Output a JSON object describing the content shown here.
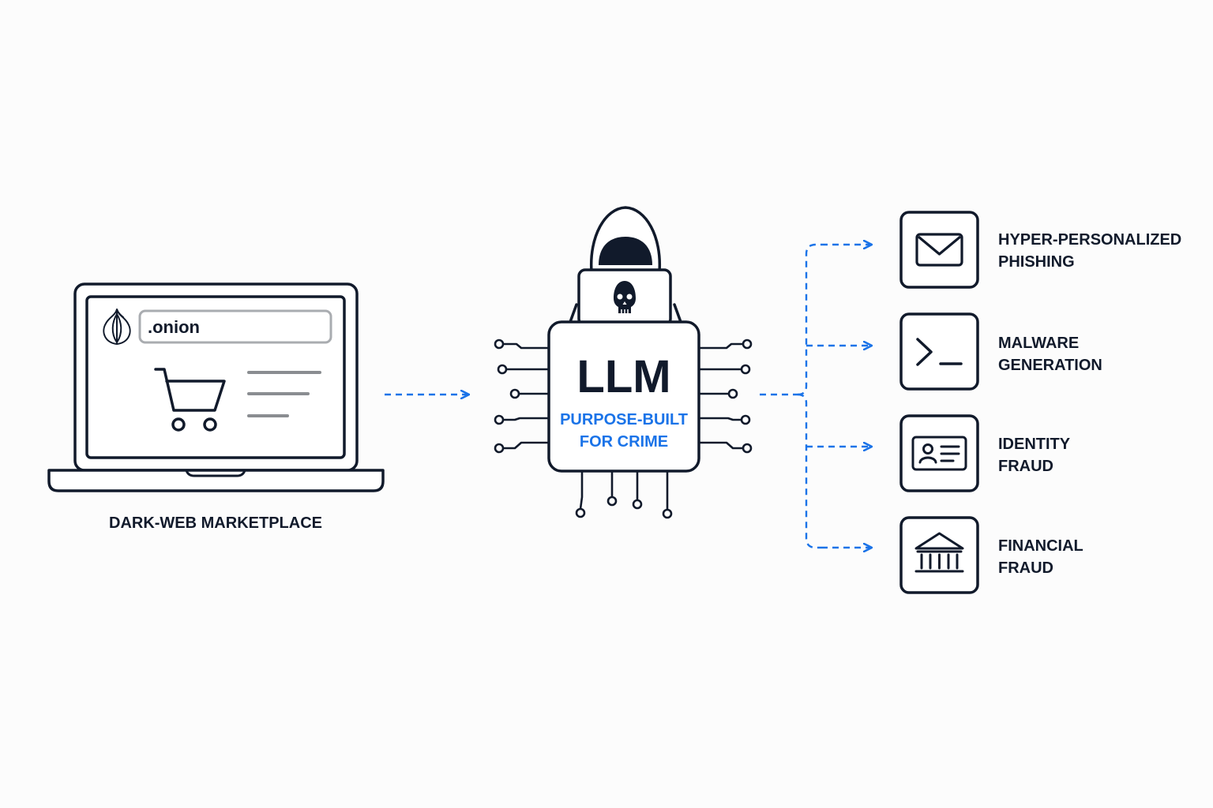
{
  "colors": {
    "ink": "#111a2b",
    "accent": "#1a73e8",
    "muted_gray": "#8a8d91",
    "background": "#fcfcfc"
  },
  "marketplace": {
    "url_text": ".onion",
    "caption": "DARK-WEB MARKETPLACE",
    "icons": [
      "onion-icon",
      "cart-icon"
    ]
  },
  "llm": {
    "title": "LLM",
    "subtitle_line1": "PURPOSE-BUILT",
    "subtitle_line2": "FOR CRIME",
    "icons": [
      "hooded-hacker-icon",
      "skull-icon",
      "circuit-pins-icon"
    ]
  },
  "outputs": [
    {
      "icon": "envelope-icon",
      "line1": "HYPER-PERSONALIZED",
      "line2": "PHISHING"
    },
    {
      "icon": "terminal-icon",
      "line1": "MALWARE",
      "line2": "GENERATION"
    },
    {
      "icon": "id-card-icon",
      "line1": "IDENTITY",
      "line2": "FRAUD"
    },
    {
      "icon": "bank-icon",
      "line1": "FINANCIAL",
      "line2": "FRAUD"
    }
  ]
}
